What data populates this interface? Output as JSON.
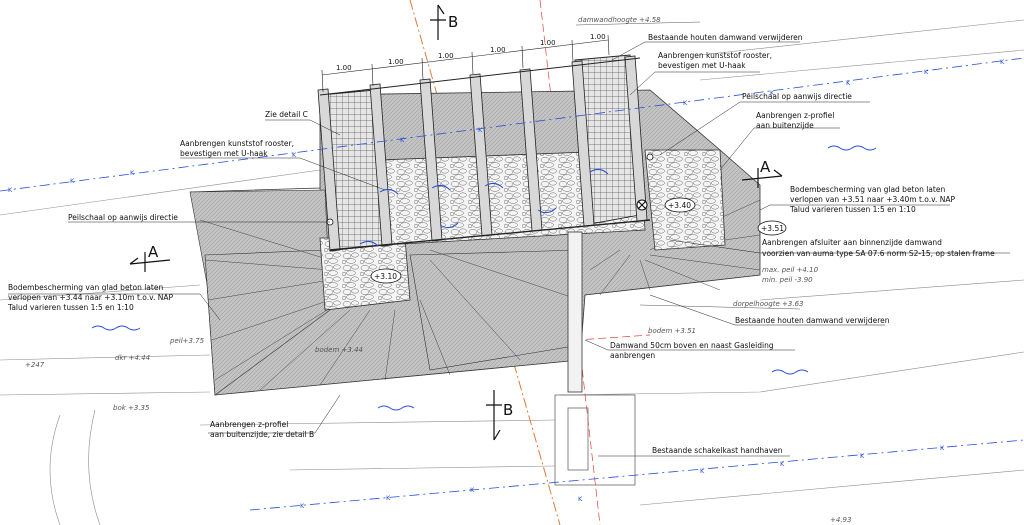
{
  "dimensions": {
    "spacing_labels": [
      "1.00",
      "1.00",
      "1.00",
      "1.00",
      "1.00",
      "1.00"
    ],
    "damwandhoogte": "damwandhoogte +4.58",
    "dorpelhoogte": "dorpelhoogte +3.63"
  },
  "annotations": {
    "bestaande_houten_top": "Bestaande houten damwand verwijderen",
    "kunststof_rechts_1": "Aanbrengen kunststof rooster,",
    "kunststof_rechts_2": "bevestigen met U-haak",
    "peilschaal_rechts": "Peilschaal op aanwijs directie",
    "zprofiel_rechts_1": "Aanbrengen z-profiel",
    "zprofiel_rechts_2": "aan buitenzijde",
    "zie_detail_c": "Zie detail C",
    "kunststof_links_1": "Aanbrengen kunststof rooster,",
    "kunststof_links_2": "bevestigen met U-haak",
    "bodembescherming_r_1": "Bodembescherming van glad beton laten",
    "bodembescherming_r_2": "verlopen van +3.51 naar +3.40m t.o.v. NAP",
    "bodembescherming_r_3": "Talud varieren tussen 1:5 en 1:10",
    "peilschaal_links": "Peilschaal op aanwijs directie",
    "afsluiter_1": "Aanbrengen afsluiter aan binnenzijde damwand",
    "afsluiter_2": "voorzien van auma type SA 07.6 norm S2-15, op stalen frame",
    "bodembescherming_l_1": "Bodembescherming van glad beton laten",
    "bodembescherming_l_2": "verlopen van +3.44 naar +3.10m t.o.v. NAP",
    "bodembescherming_l_3": "Talud varieren tussen 1:5 en 1:10",
    "bestaande_houten_bottom": "Bestaande houten damwand verwijderen",
    "damwand_gas_1": "Damwand 50cm boven en naast Gasleiding",
    "damwand_gas_2": "aanbrengen",
    "zprofiel_links_1": "Aanbrengen z-profiel",
    "zprofiel_links_2": "aan buitenzijde, zie detail B",
    "schakelkast": "Bestaande schakelkast handhaven"
  },
  "levels": {
    "max_peil": "max. peil +4.10",
    "min_peil": "min. peil -3.90",
    "bodem_right": "bodem +3.51",
    "bodem_left": "bodem +3.44",
    "peil_left": "peil+3.75",
    "dkr": "dkr +4.44",
    "bok": "bok +3.35",
    "small_247": "+247",
    "bottom_right": "+4.93",
    "circle_340": "+3.40",
    "circle_351": "+3.51",
    "circle_310": "+3.10"
  },
  "sections": {
    "a": "A",
    "b": "B"
  },
  "cable_letter": "K",
  "icons": [
    "section-marker-icon",
    "water-wave-icon",
    "valve-icon",
    "peilschaal-icon"
  ],
  "colors": {
    "cable_line": "#2a4fd6",
    "gas_line": "#e07a3a",
    "red_dash": "#e04040",
    "hatch_fill": "#bdbdbd"
  }
}
